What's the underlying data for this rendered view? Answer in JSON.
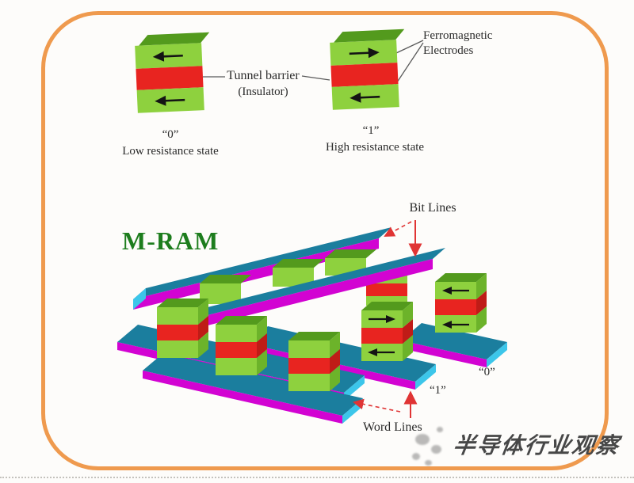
{
  "palette": {
    "orange": "#ef9a4e",
    "magenta": "#d203d2",
    "teal": "#1b7e9e",
    "tealD": "#176d8a",
    "cyan": "#3cc6ea",
    "green": "#8ed13e",
    "greenTop": "#539a1d",
    "greenSide": "#6cb32a",
    "red": "#e82420",
    "redSide": "#bf1c17",
    "mramGreen": "#1d7d1d",
    "arrowRed": "#e03434",
    "lineGray": "#5a5a5a",
    "textDark": "#2b2b2b",
    "wmGray": "#474747"
  },
  "legend": {
    "tunnel_barrier_line1": "Tunnel barrier",
    "tunnel_barrier_line2": "(Insulator)",
    "electrodes_line1": "Ferromagnetic",
    "electrodes_line2": "Electrodes",
    "cell_low": {
      "state": "“0”",
      "caption": "Low resistance state",
      "top_arrow": "left",
      "bottom_arrow": "left"
    },
    "cell_high": {
      "state": "“1”",
      "caption": "High resistance state",
      "top_arrow": "right",
      "bottom_arrow": "left"
    }
  },
  "diagram": {
    "title": "M-RAM",
    "bit_lines_label": "Bit Lines",
    "word_lines_label": "Word Lines",
    "cell_one_label": "“1”",
    "cell_zero_label": "“0”",
    "array_cell_one": {
      "top_arrow": "right",
      "bottom_arrow": "left"
    },
    "array_cell_zero": {
      "top_arrow": "left",
      "bottom_arrow": "left"
    }
  },
  "watermark": {
    "text": "半导体行业观察"
  }
}
